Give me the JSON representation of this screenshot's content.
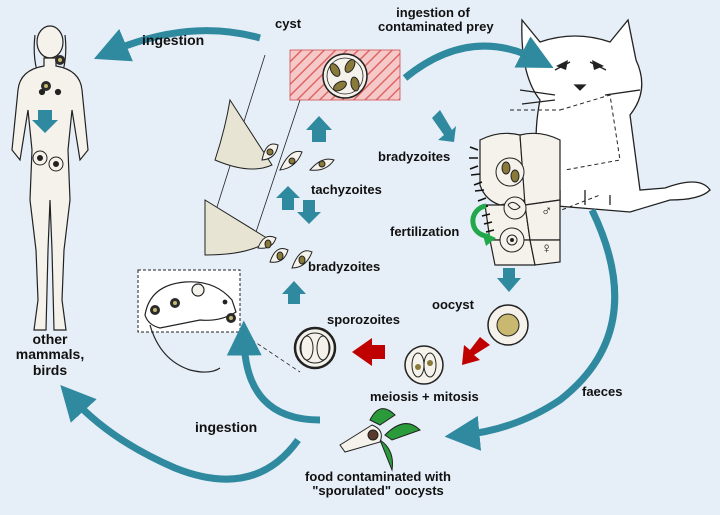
{
  "labels": {
    "cyst": "cyst",
    "ingestion_top": "ingestion",
    "ingestion_prey_line1": "ingestion of",
    "ingestion_prey_line2": "contaminated prey",
    "bradyzoites_cat": "bradyzoites",
    "tachyzoites": "tachyzoites",
    "bradyzoites_mouse": "bradyzoites",
    "fertilization": "fertilization",
    "male_symbol": "♂",
    "female_symbol": "♀",
    "oocyst": "oocyst",
    "sporozoites": "sporozoites",
    "meiosis_mitosis": "meiosis + mitosis",
    "faeces": "faeces",
    "ingestion_bottom": "ingestion",
    "food_line1": "food contaminated with",
    "food_line2": "\"sporulated\" oocysts",
    "hosts_line1": "other",
    "hosts_line2": "mammals,",
    "hosts_line3": "birds"
  },
  "colors": {
    "background": "#e6eef7",
    "teal_arrow": "#2f8aa0",
    "red_arrow": "#c00000",
    "green_arrow": "#22a84a",
    "cyst_hatch": "#e87070",
    "parasite_olive": "#8a7a3a",
    "organism_fill": "#f4f2ea"
  },
  "icons": {
    "human": "human-figure-icon",
    "cat": "cat-icon",
    "mouse": "mouse-icon",
    "plant": "contaminated-vegetable-icon"
  }
}
